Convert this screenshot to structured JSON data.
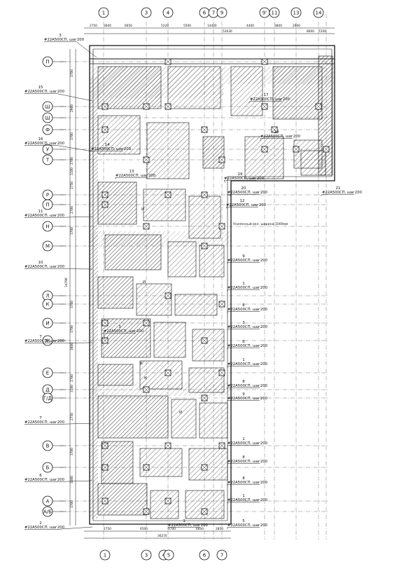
{
  "drawing": {
    "top_axes": [
      "1",
      "3",
      "4",
      "6",
      "7",
      "9",
      "9'",
      "11",
      "13",
      "14"
    ],
    "bottom_axes": [
      "1",
      "3",
      "4",
      "5",
      "6",
      "7"
    ],
    "left_axes": [
      "П",
      "Ш",
      "Ш",
      "Ф",
      "У",
      "Т",
      "Р",
      "П",
      "Н",
      "М",
      "Л",
      "К",
      "И",
      "Ж",
      "Е",
      "Д",
      "Г/Д",
      "В",
      "Б",
      "А",
      "А/Б"
    ],
    "top_dims": [
      "2750",
      "3600",
      "6650",
      "5220",
      "5500",
      "14420",
      "4400",
      "3800",
      "2600",
      "52630",
      "8600",
      "7200"
    ],
    "bottom_dims": [
      "2750",
      "6500",
      "3700",
      "6600",
      "2850",
      "36270"
    ],
    "left_dims": [
      "3700",
      "2960",
      "3700",
      "2700",
      "3100",
      "2750",
      "2700",
      "3700",
      "34790",
      "3700",
      "3700",
      "3600",
      "2700",
      "3100",
      "2750",
      "3700",
      "3000",
      "3700"
    ],
    "rebar_labels": [
      {
        "mark": "3",
        "text": "#22А500СП, шаг200"
      },
      {
        "mark": "15",
        "text": "#22А500СП, шаг200"
      },
      {
        "mark": "17",
        "text": "#22А500СП, шаг200"
      },
      {
        "mark": "16",
        "text": "#22А500СП, шаг200"
      },
      {
        "mark": "18",
        "text": "#22А500СП, шаг200"
      },
      {
        "mark": "14",
        "text": "#22А500СП, шаг200"
      },
      {
        "mark": "19",
        "text": "#22А500СП, шаг200"
      },
      {
        "mark": "13",
        "text": "#22А500СП, шаг200"
      },
      {
        "mark": "20",
        "text": "#22А500СП, шаг200"
      },
      {
        "mark": "12",
        "text": "#22А500СП, шаг200"
      },
      {
        "mark": "21",
        "text": "#22А500СП, шаг200"
      },
      {
        "mark": "11",
        "text": "#22А500СП, шаг200"
      },
      {
        "mark": "10",
        "text": "#22А500СП, шаг200"
      },
      {
        "mark": "9",
        "text": "#22А500СП, шаг200"
      },
      {
        "mark": "7",
        "text": "#22А500СП, шаг200"
      },
      {
        "mark": "1",
        "text": "#22А500СП, шаг200"
      },
      {
        "mark": "8",
        "text": "#22А500СП, шаг200"
      },
      {
        "mark": "3",
        "text": "#22А500СП, шаг200"
      },
      {
        "mark": "8",
        "text": "#22А500СП, шаг200"
      },
      {
        "mark": "3",
        "text": "#22А500СП, шаг200"
      },
      {
        "mark": "1",
        "text": "#22А500СП, шаг200"
      },
      {
        "mark": "8",
        "text": "#22А500СП, шаг200"
      },
      {
        "mark": "9",
        "text": "#22А500СП, шаг200"
      },
      {
        "mark": "7",
        "text": "#22А500СП, шаг200"
      },
      {
        "mark": "1",
        "text": "#22А500СП, шаг200"
      },
      {
        "mark": "8",
        "text": "#22А500СП, шаг200"
      },
      {
        "mark": "6",
        "text": "#22А500СП, шаг200"
      },
      {
        "mark": "8",
        "text": "#22А500СП, шаг200"
      },
      {
        "mark": "1",
        "text": "#22А500СП, шаг200"
      },
      {
        "mark": "5",
        "text": "#22А500СП, шаг200"
      },
      {
        "mark": "2",
        "text": "#22А500СП, шаг200"
      },
      {
        "mark": "3",
        "text": "#22А500СП, шаг200"
      }
    ],
    "note": "Усиленный вкл. ширина 1000мм",
    "field_marks": [
      "И",
      "И",
      "К",
      "К",
      "И"
    ],
    "colors": {
      "ink": "#111111",
      "hatch": "#333333",
      "paper": "#ffffff"
    }
  }
}
